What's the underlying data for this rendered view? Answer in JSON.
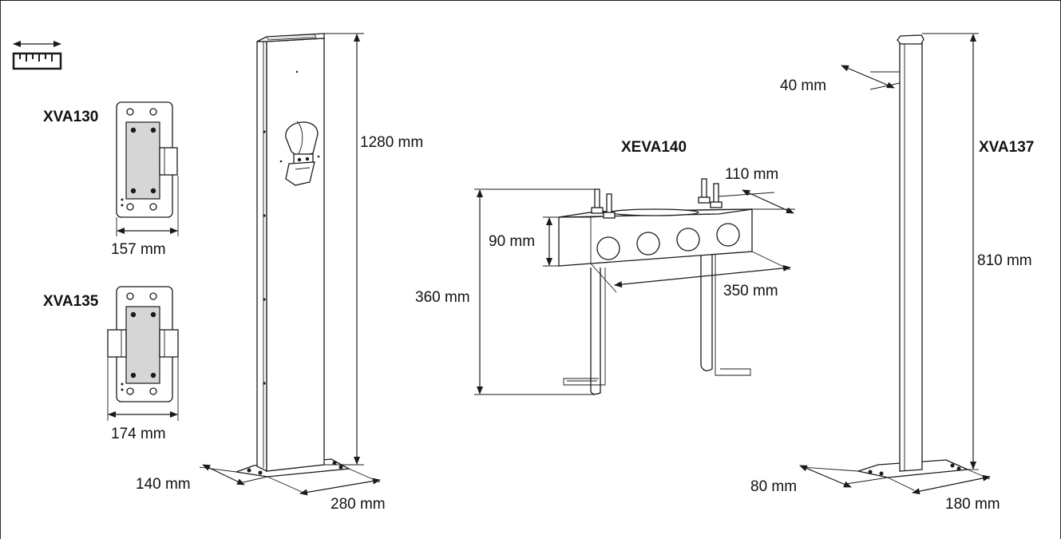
{
  "icon": "ruler-dimensions-icon",
  "plates": [
    {
      "model": "XVA130",
      "width_label": "157 mm"
    },
    {
      "model": "XVA135",
      "width_label": "174 mm"
    }
  ],
  "pedestal": {
    "height_label": "1280 mm",
    "depth_label": "140 mm",
    "width_label": "280 mm"
  },
  "foundation": {
    "model": "XEVA140",
    "depth_label": "110 mm",
    "box_height_label": "90 mm",
    "total_height_label": "360 mm",
    "length_label": "350 mm"
  },
  "post": {
    "model": "XVA137",
    "tube_label": "40 mm",
    "height_label": "810 mm",
    "depth_label": "80 mm",
    "width_label": "180 mm"
  }
}
